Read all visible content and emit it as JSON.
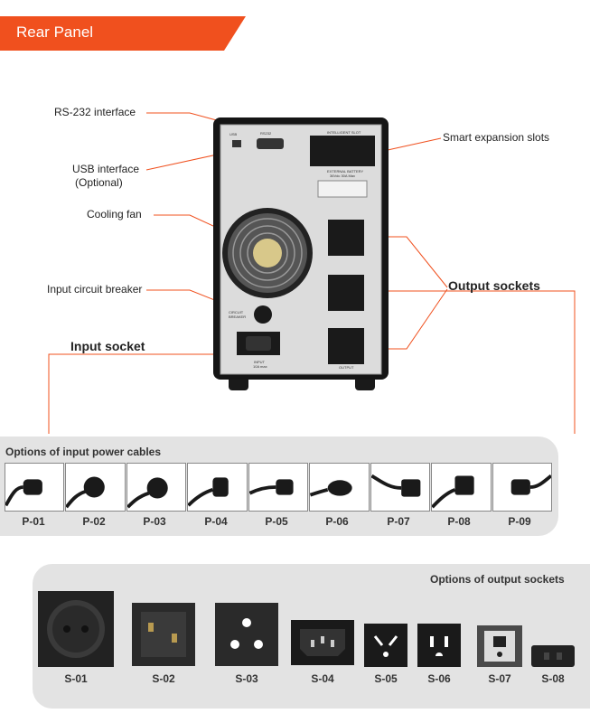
{
  "header": {
    "title": "Rear Panel",
    "color": "#f0501e"
  },
  "callouts": {
    "rs232": "RS-232 interface",
    "usb_line1": "USB interface",
    "usb_line2": "(Optional)",
    "fan": "Cooling fan",
    "breaker": "Input circuit breaker",
    "input_socket": "Input socket",
    "smart_slots": "Smart expansion slots",
    "output_sockets": "Output sockets"
  },
  "device": {
    "usb": "USB",
    "rs232": "RS232",
    "intelligent_slot": "INTELLIGENT SLOT",
    "external_battery_1": "EXTERNAL BATTERY",
    "external_battery_2": "36Vdc 30A Max",
    "circuit_1": "CIRCUIT",
    "circuit_2": "BREAKER",
    "input_1": "INPUT",
    "input_2": "10A max",
    "output": "OUTPUT"
  },
  "input_cables": {
    "title": "Options of input power cables",
    "items": [
      "P-01",
      "P-02",
      "P-03",
      "P-04",
      "P-05",
      "P-06",
      "P-07",
      "P-08",
      "P-09"
    ]
  },
  "output_sockets": {
    "title": "Options of output sockets",
    "items": [
      "S-01",
      "S-02",
      "S-03",
      "S-04",
      "S-05",
      "S-06",
      "S-07",
      "S-08"
    ]
  }
}
